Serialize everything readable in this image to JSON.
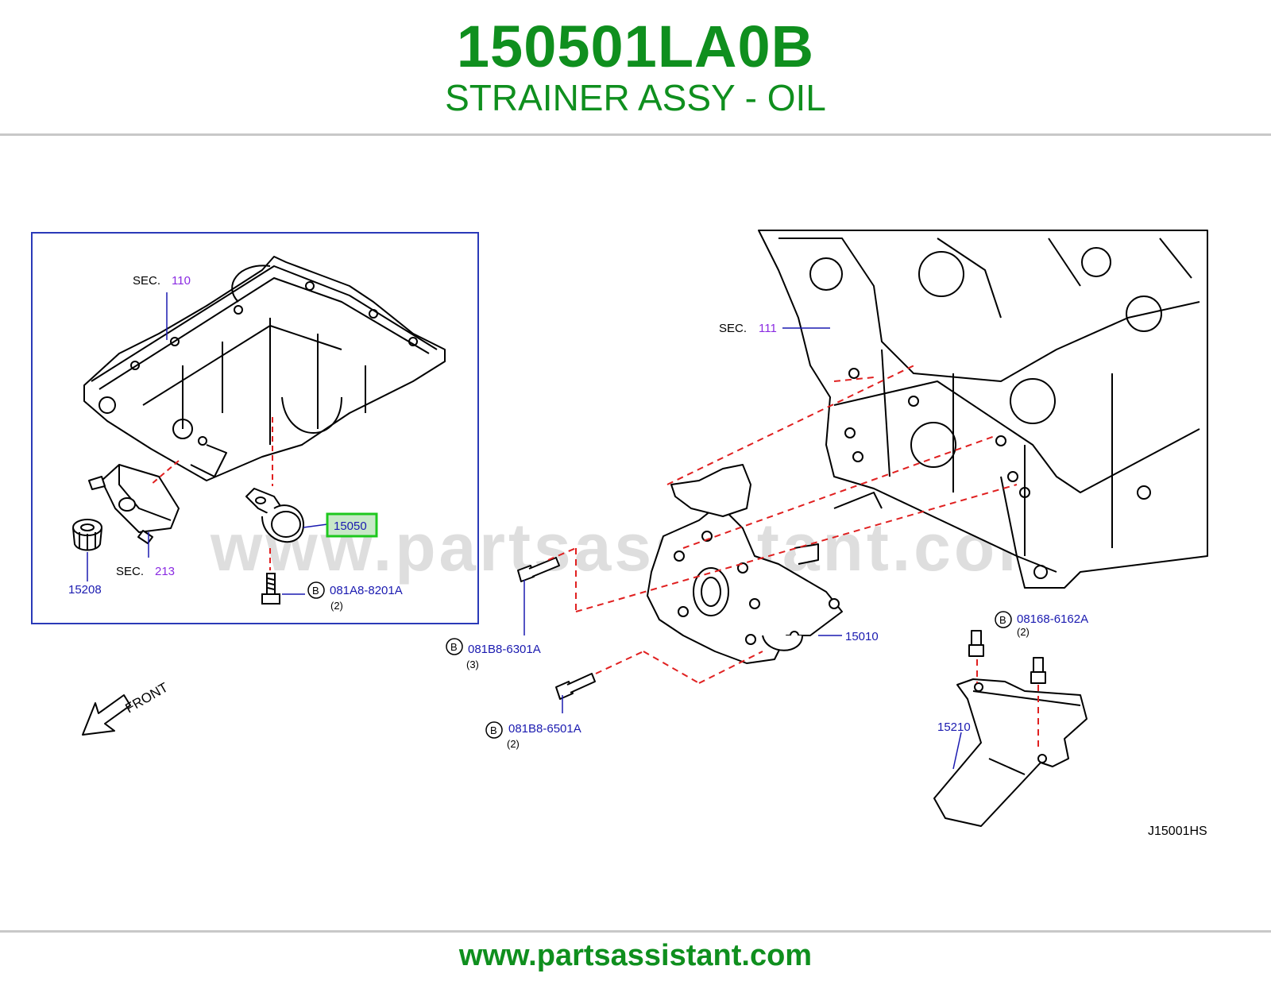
{
  "header": {
    "part_number": "150501LA0B",
    "part_name": "STRAINER ASSY - OIL"
  },
  "diagram": {
    "watermark": "www.partsassistant.com",
    "drawing_code": "J15001HS",
    "front_label": "FRONT",
    "sec_prefix": "SEC.",
    "highlighted_part": "15050",
    "callouts": {
      "sec_110": "110",
      "sec_213": "213",
      "sec_111": "111",
      "p15208": "15208",
      "p15010": "15010",
      "p15210": "15210"
    },
    "bolts": [
      {
        "badge": "B",
        "code": "081A8-8201A",
        "qty": "(2)"
      },
      {
        "badge": "B",
        "code": "081B8-6301A",
        "qty": "(3)"
      },
      {
        "badge": "B",
        "code": "081B8-6501A",
        "qty": "(2)"
      },
      {
        "badge": "B",
        "code": "08168-6162A",
        "qty": "(2)"
      }
    ]
  },
  "footer": {
    "url": "www.partsassistant.com"
  },
  "colors": {
    "brand_green": "#0f8f1e",
    "callout_blue": "#1a1ab0",
    "sec_purple": "#8a2be2",
    "leader_red": "#e02020",
    "highlight_green": "#1ec81e"
  }
}
